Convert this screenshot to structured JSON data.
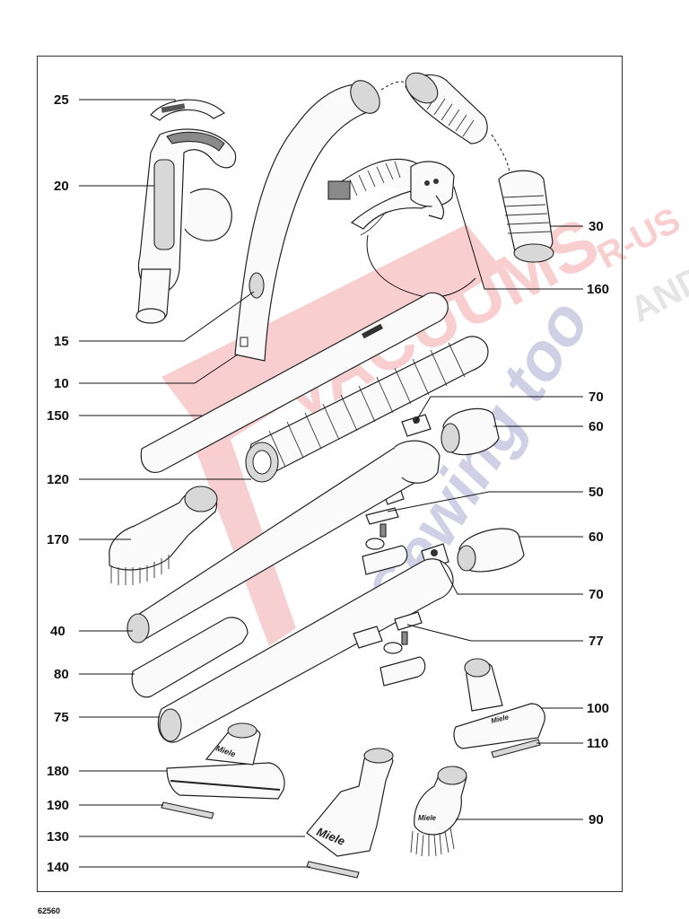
{
  "footer_code": "62560",
  "watermark": {
    "line1": "VACUUMS",
    "line2": "R-US",
    "line3": "AND",
    "line4": "Sewing too",
    "color_red": "#e0262b",
    "color_blue": "#2a2f8f"
  },
  "brand_marks": {
    "miele_180": "Miele",
    "miele_130": "Miele",
    "miele_100": "Miele",
    "miele_90": "Miele"
  },
  "parts": [
    {
      "id": "p25",
      "label": "25"
    },
    {
      "id": "p20",
      "label": "20"
    },
    {
      "id": "p15",
      "label": "15"
    },
    {
      "id": "p10",
      "label": "10"
    },
    {
      "id": "p150",
      "label": "150"
    },
    {
      "id": "p120",
      "label": "120"
    },
    {
      "id": "p170",
      "label": "170"
    },
    {
      "id": "p40",
      "label": "40"
    },
    {
      "id": "p80",
      "label": "80"
    },
    {
      "id": "p75",
      "label": "75"
    },
    {
      "id": "p180",
      "label": "180"
    },
    {
      "id": "p190",
      "label": "190"
    },
    {
      "id": "p130",
      "label": "130"
    },
    {
      "id": "p140",
      "label": "140"
    },
    {
      "id": "p30",
      "label": "30"
    },
    {
      "id": "p160",
      "label": "160"
    },
    {
      "id": "p70a",
      "label": "70"
    },
    {
      "id": "p60a",
      "label": "60"
    },
    {
      "id": "p50",
      "label": "50"
    },
    {
      "id": "p60b",
      "label": "60"
    },
    {
      "id": "p70b",
      "label": "70"
    },
    {
      "id": "p77",
      "label": "77"
    },
    {
      "id": "p100",
      "label": "100"
    },
    {
      "id": "p110",
      "label": "110"
    },
    {
      "id": "p90",
      "label": "90"
    }
  ]
}
